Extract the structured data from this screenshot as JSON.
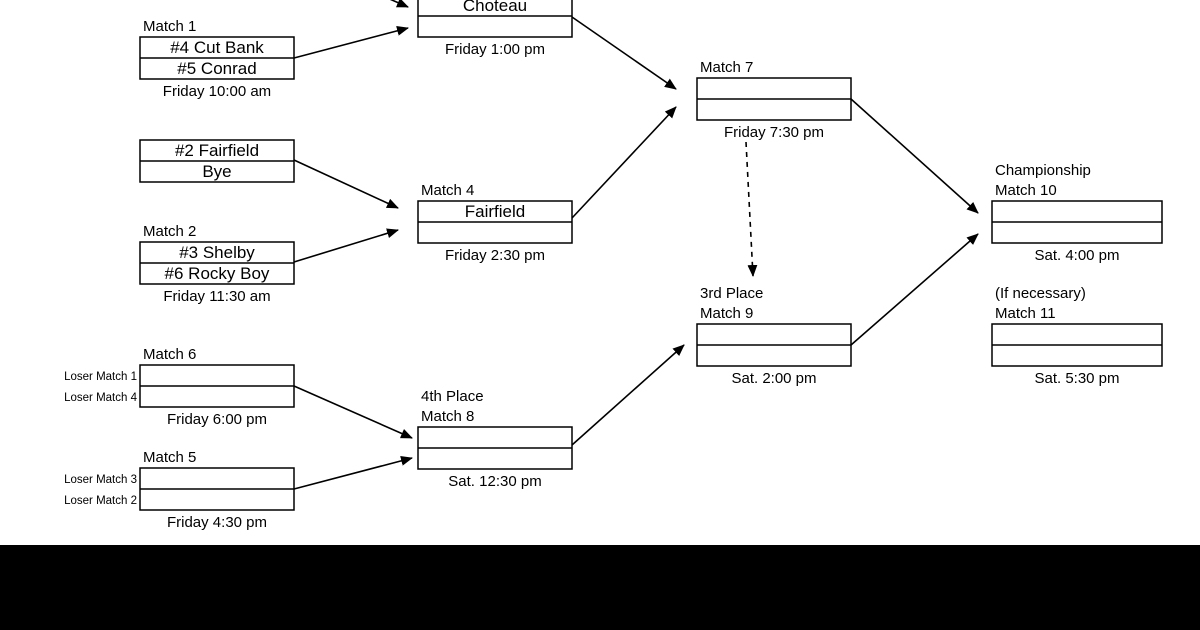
{
  "colors": {
    "background": "#ffffff",
    "ink": "#000000",
    "bottom_bar": "#000000"
  },
  "matches": [
    {
      "id": "first-slot",
      "title": "",
      "slots": [
        "Choteau",
        ""
      ],
      "time": "Friday 1:00 pm"
    },
    {
      "id": "match-1",
      "title": "Match 1",
      "slots": [
        "#4 Cut Bank",
        "#5 Conrad"
      ],
      "time": "Friday 10:00 am"
    },
    {
      "id": "bye-slot",
      "title": "",
      "slots": [
        "#2 Fairfield",
        "Bye"
      ],
      "time": ""
    },
    {
      "id": "match-2",
      "title": "Match 2",
      "slots": [
        "#3 Shelby",
        "#6 Rocky Boy"
      ],
      "time": "Friday 11:30 am"
    },
    {
      "id": "match-4",
      "title": "Match 4",
      "slots": [
        "Fairfield",
        ""
      ],
      "time": "Friday 2:30 pm"
    },
    {
      "id": "match-7",
      "title": "Match 7",
      "slots": [
        "",
        ""
      ],
      "time": "Friday 7:30 pm"
    },
    {
      "id": "match-10",
      "title": "Match 10",
      "pre_title": "Championship",
      "slots": [
        "",
        ""
      ],
      "time": "Sat. 4:00 pm"
    },
    {
      "id": "match-9",
      "title": "Match 9",
      "pre_title": "3rd Place",
      "slots": [
        "",
        ""
      ],
      "time": "Sat. 2:00 pm"
    },
    {
      "id": "match-11",
      "title": "Match 11",
      "pre_title": "(If necessary)",
      "slots": [
        "",
        ""
      ],
      "time": "Sat. 5:30 pm"
    },
    {
      "id": "match-6",
      "title": "Match 6",
      "slots": [
        "",
        ""
      ],
      "side_labels": [
        "Loser Match 1",
        "Loser Match 4"
      ],
      "time": "Friday 6:00 pm"
    },
    {
      "id": "match-5",
      "title": "Match 5",
      "slots": [
        "",
        ""
      ],
      "side_labels": [
        "Loser Match 3",
        "Loser Match 2"
      ],
      "time": "Friday 4:30 pm"
    },
    {
      "id": "match-8",
      "title": "Match 8",
      "pre_title": "4th Place",
      "slots": [
        "",
        ""
      ],
      "time": "Sat. 12:30 pm"
    }
  ]
}
